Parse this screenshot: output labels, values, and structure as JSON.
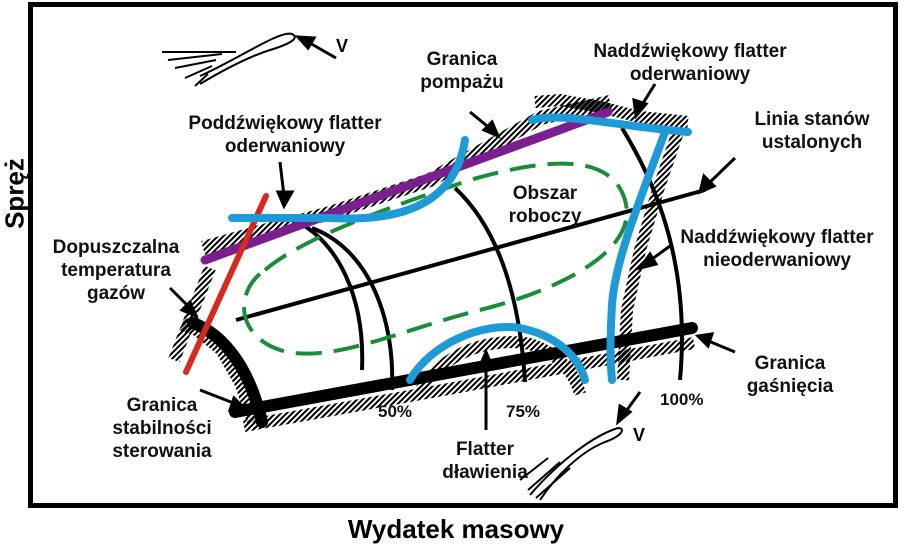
{
  "axes": {
    "x_title": "Wydatek masowy",
    "y_title": "Spręż"
  },
  "labels": {
    "granica_pompazu": "Granica\npompażu",
    "naddzwiekowy_oderwaniowy": "Naddźwiękowy flatter\noderwaniowy",
    "linia_stanow": "Linia stanów\nustalonych",
    "poddzwiekowy_oderwaniowy": "Poddźwiękowy flatter\noderwaniowy",
    "obszar_roboczy": "Obszar\nroboczy",
    "dopuszczalna_temperatura": "Dopuszczalna\ntemperatura\ngazów",
    "naddzwiekowy_nieoderwaniowy": "Naddźwiękowy flatter\nnieoderwaniowy",
    "granica_gasniecia": "Granica\ngaśnięcia",
    "granica_stabilnosci": "Granica\nstabilności\nsterowania",
    "flatter_dlawienia": "Flatter\ndławienia"
  },
  "speed_lines": {
    "p50": "50%",
    "p75": "75%",
    "p100": "100%"
  },
  "velocity_symbol": "V",
  "colors": {
    "black": "#000000",
    "blue": "#1e9ad6",
    "purple": "#7b1f8f",
    "red": "#d62a1e",
    "green": "#1b8c3a",
    "hatch": "#000000"
  }
}
